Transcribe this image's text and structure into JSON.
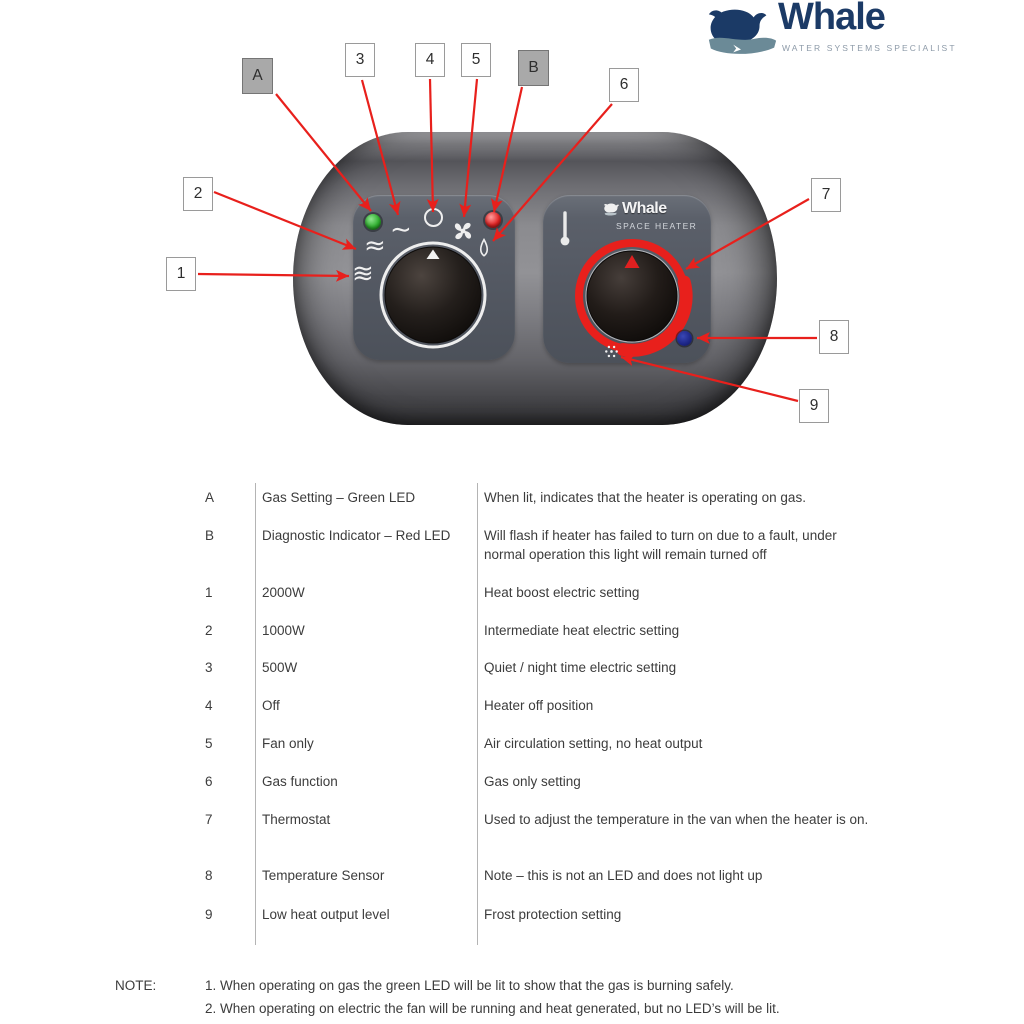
{
  "logo": {
    "brand": "Whale",
    "tagline": "WATER SYSTEMS SPECIALIST"
  },
  "device": {
    "left_panel": {
      "symbols": {
        "wave_single": "∼",
        "wave_double": "≈",
        "wave_triple": "≋"
      },
      "icons": [
        "green-led",
        "wave-500w",
        "off-circle",
        "fan",
        "red-led",
        "gas-flame",
        "wave-1000w",
        "wave-2000w",
        "function-knob"
      ]
    },
    "right_panel": {
      "brand": "Whale",
      "label": "SPACE HEATER",
      "icons": [
        "thermometer",
        "thermostat-knob",
        "frost-dots",
        "temperature-sensor-dot"
      ]
    }
  },
  "callouts": [
    {
      "id": "A"
    },
    {
      "id": "3"
    },
    {
      "id": "4"
    },
    {
      "id": "5"
    },
    {
      "id": "B"
    },
    {
      "id": "6"
    },
    {
      "id": "2"
    },
    {
      "id": "1"
    },
    {
      "id": "7"
    },
    {
      "id": "8"
    },
    {
      "id": "9"
    }
  ],
  "table": {
    "rows": [
      {
        "key": "A",
        "name": "Gas Setting – Green LED",
        "description": "When lit, indicates that the heater is operating on gas."
      },
      {
        "key": "B",
        "name": "Diagnostic Indicator – Red LED",
        "description": "Will flash if heater has failed to turn on due to a fault, under normal operation this light will remain turned off"
      },
      {
        "key": "1",
        "name": "2000W",
        "description": "Heat boost electric setting"
      },
      {
        "key": "2",
        "name": "1000W",
        "description": "Intermediate heat electric setting"
      },
      {
        "key": "3",
        "name": "500W",
        "description": "Quiet / night time electric setting"
      },
      {
        "key": "4",
        "name": "Off",
        "description": "Heater off position"
      },
      {
        "key": "5",
        "name": "Fan only",
        "description": "Air circulation setting, no heat output"
      },
      {
        "key": "6",
        "name": "Gas function",
        "description": "Gas only setting"
      },
      {
        "key": "7",
        "name": "Thermostat",
        "description": "Used to adjust the temperature in the van when the heater is on."
      },
      {
        "key": "8",
        "name": "Temperature Sensor",
        "description": "Note – this is not an LED and does not light up"
      },
      {
        "key": "9",
        "name": "Low heat  output level",
        "description": "Frost protection setting"
      }
    ]
  },
  "note": {
    "label": "NOTE:",
    "items": [
      "1. When operating on gas the green LED will be lit to show that the gas is burning safely.",
      "2. When operating on electric the fan will be running and heat generated, but no LED’s will be lit."
    ]
  },
  "colors": {
    "accent_red": "#e8201c",
    "logo_navy": "#1b3a66",
    "tagline_gray": "#8d9aa8",
    "panel_slate": "#565b64",
    "led_green": "#2eae2e",
    "led_red": "#e02424",
    "sensor_blue": "#1c2586",
    "callout_gray": "#a9a9a9"
  }
}
